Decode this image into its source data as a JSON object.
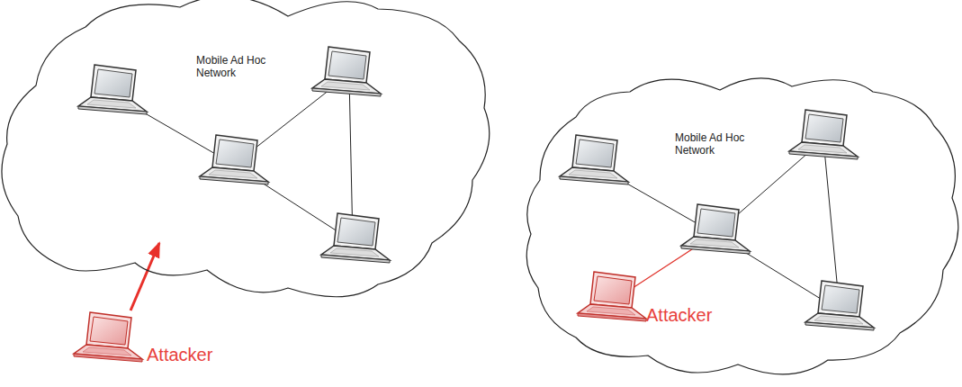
{
  "diagram": {
    "nodes": [
      {
        "text": [
          "Mobile Ad Hoc Network"
        ]
      },
      {
        "text": [
          "Attacker"
        ]
      },
      {
        "text": [
          "Mobile Ad Hoc Network"
        ]
      },
      {
        "text": [
          "Attacker"
        ],
        "in": 2
      }
    ],
    "edges": [
      {
        "from": 1,
        "to": 0,
        "arrow": "to"
      }
    ]
  }
}
